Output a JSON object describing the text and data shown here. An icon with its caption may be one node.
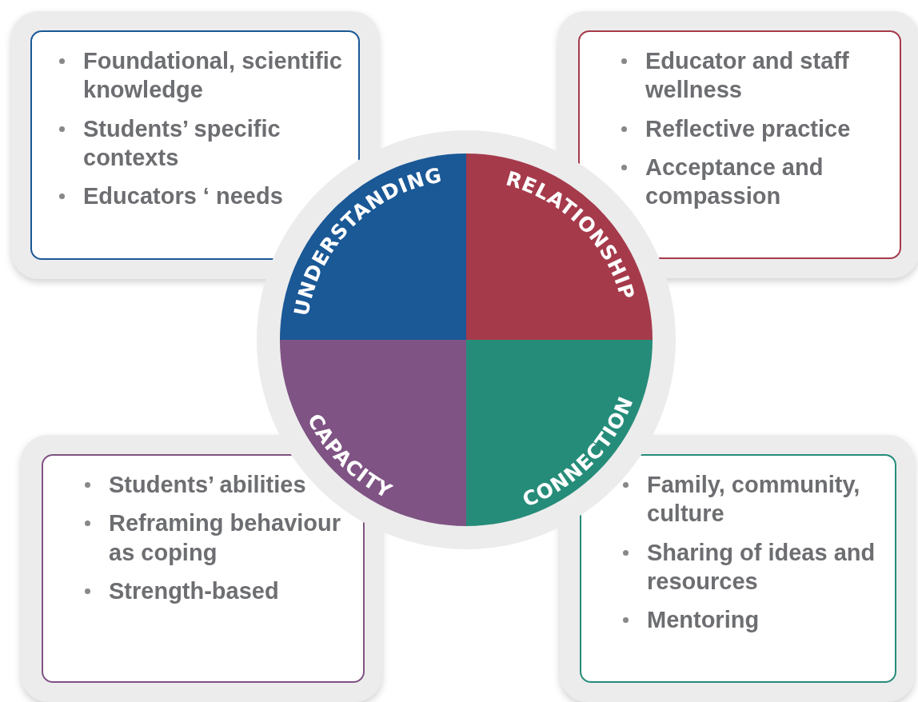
{
  "diagram": {
    "nodes": [
      {
        "text": [
          "Foundational, scientific knowledge",
          "Students’ specific contexts",
          "Educators ‘ needs"
        ]
      },
      {
        "text": [
          "Educator and staff wellness",
          "Reflective practice",
          "Acceptance and compassion"
        ]
      },
      {
        "text": [
          "UNDERSTANDING"
        ]
      },
      {
        "text": [
          "RELATIONSHIP"
        ]
      },
      {
        "text": [
          "CAPACITY"
        ]
      },
      {
        "text": [
          "CONNECTION"
        ]
      },
      {
        "text": [
          "Students’ abilities",
          "Reframing behaviour as coping",
          "Strength-based"
        ]
      },
      {
        "text": [
          "Family, community, culture",
          "Sharing of ideas and resources",
          "Mentoring"
        ]
      }
    ]
  }
}
